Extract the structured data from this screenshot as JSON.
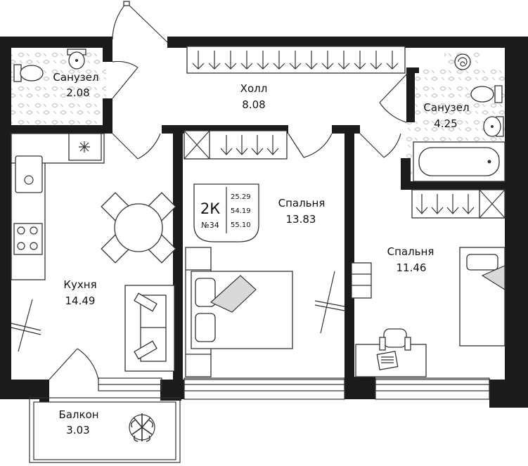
{
  "plan": {
    "apartment_type": "2К",
    "apartment_number": "№34",
    "areas": [
      "25.29",
      "54.19",
      "55.10"
    ]
  },
  "rooms": {
    "bathroom_1": {
      "name": "Санузел",
      "area": "2.08"
    },
    "hall": {
      "name": "Холл",
      "area": "8.08"
    },
    "bathroom_2": {
      "name": "Санузел",
      "area": "4.25"
    },
    "bedroom_1": {
      "name": "Спальня",
      "area": "13.83"
    },
    "bedroom_2": {
      "name": "Спальня",
      "area": "11.46"
    },
    "kitchen": {
      "name": "Кухня",
      "area": "14.49"
    },
    "balcony": {
      "name": "Балкон",
      "area": "3.03"
    }
  },
  "colors": {
    "wall": "#1b1b1b",
    "tile_pattern": "#eeeeee",
    "line": "#333333",
    "furniture_fill": "#ffffff",
    "accent_grey": "#d9d9d9"
  },
  "icons": [
    "toilet-icon",
    "sink-icon",
    "bathtub-icon",
    "stove-icon",
    "dining-table-icon",
    "sofa-icon",
    "double-bed-icon",
    "single-bed-icon",
    "wardrobe-icon",
    "desk-icon",
    "office-chair-icon",
    "laptop-icon",
    "plant-icon",
    "door-icon",
    "window-icon",
    "shower-drain-icon",
    "radiator-icon"
  ]
}
